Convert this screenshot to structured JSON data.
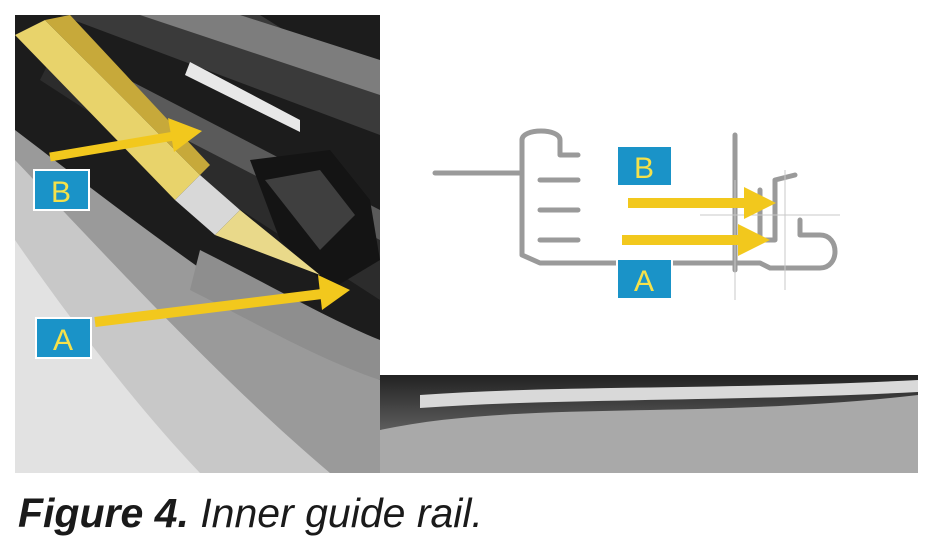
{
  "figure": {
    "photo_labels": {
      "b": "B",
      "a": "A"
    },
    "drawing_labels": {
      "b": "B",
      "a": "A"
    },
    "colors": {
      "label_box": "#1a93c8",
      "label_text": "#f5e14a",
      "arrow": "#f2c81d"
    }
  },
  "caption": {
    "number": "Figure 4.",
    "text": "Inner guide rail."
  }
}
